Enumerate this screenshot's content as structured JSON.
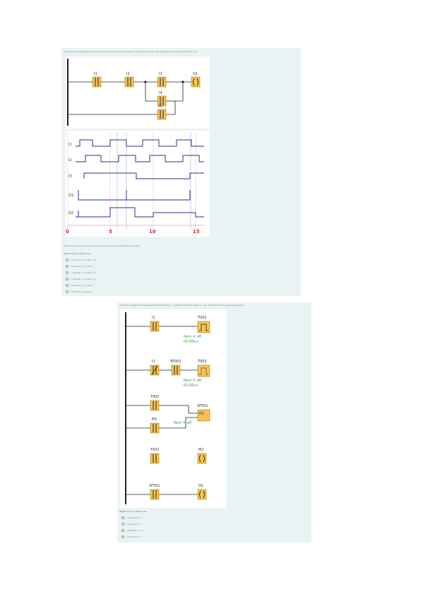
{
  "question1": {
    "prompt": "Considere el siguiente diagrama de escalera y las formas de onda de entrada. Seleccione la opción que represente correctamente el estado de Q",
    "sub_prompt": "Seleccione la secuencia correcta para los bits indicados en el diagrama de tiempos",
    "select_label": "Seleccione una o más de una:",
    "ladder": {
      "contacts": [
        "I1",
        "I2",
        "I3",
        "I4",
        "I5"
      ],
      "coil": "Q1"
    },
    "timing": {
      "signals": [
        "I1",
        "I2",
        "I3",
        "Q1",
        "Q2"
      ],
      "ticks": [
        "0",
        "5",
        "10",
        "15"
      ]
    },
    "options": [
      "a. Intervalo 1 y 5 entre 1 y 4",
      "b. Intervalo 2 y 3 entre 1",
      "c. Intervalo 3 y 4 entre 1 y 4",
      "d. Intervalo 1 y 2 entre 3 y 4",
      "e. Intervalo 1 y 4 entre 3",
      "f. Intervalo 1 y 3 entre 3"
    ]
  },
  "question2": {
    "prompt": "Considere el diagrama de escalera con temporizadores y contadores mostrado. Indique el valor de la salida Q1 en el instante señalado.",
    "select_label": "Seleccione una o más de una:",
    "ladder": {
      "rung1": {
        "contact": "I1",
        "block": "T002",
        "note1": "Rem = off",
        "note2": "05:00s+"
      },
      "rung2": {
        "contact": "I1",
        "contact2": "SF001",
        "block": "T003",
        "note1": "Rem = off",
        "note2": "02:00s+"
      },
      "rung3": {
        "contact": "T002",
        "contact2": "M1",
        "block": "SF001",
        "block_sub": "RS",
        "note1": "Rem = off"
      },
      "rung4": {
        "contact": "T002",
        "coil": "M1"
      },
      "rung5": {
        "contact": "SF001",
        "coil": "Q1"
      }
    },
    "options": [
      "a. Salida Q1 = 0",
      "b. Salida Q1 = 1 s",
      "c. Salida Q1 = 2 s",
      "d. Salida Q1 = 4"
    ]
  },
  "colors": {
    "card": "#e9f3f4",
    "contact_fill": "#f6c453",
    "contact_stroke": "#8a6a10",
    "timing_trace": "#2c2c8c",
    "timing_grid": "#e07070",
    "note": "#3a9a3a"
  }
}
